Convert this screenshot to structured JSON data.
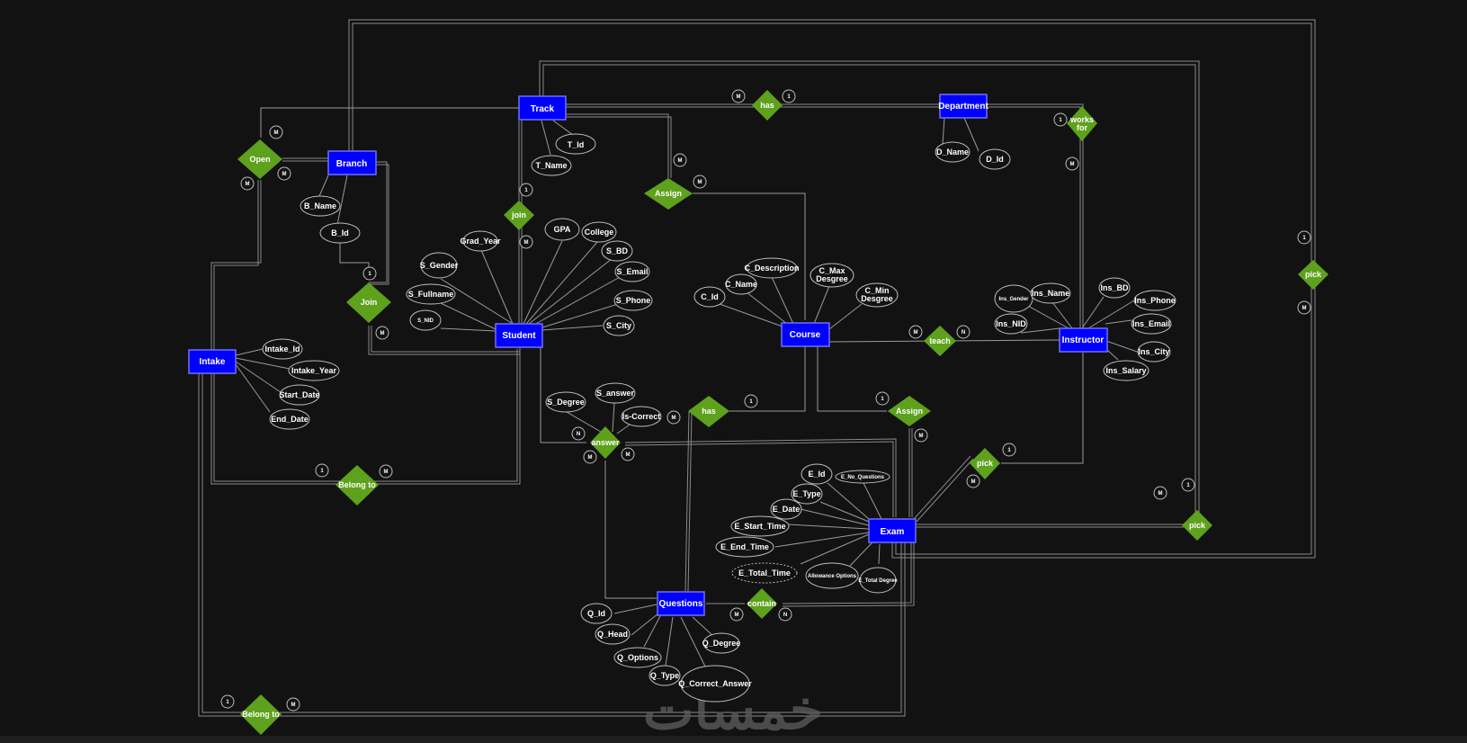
{
  "diagram": {
    "title": "ER Diagram",
    "watermark": "خمسات",
    "colors": {
      "background": "#121212",
      "entity_fill": "#0000ff",
      "relationship_fill": "#5ea11c",
      "line": "#9a9a9a",
      "text": "#ffffff"
    },
    "entities": {
      "track": "Track",
      "department": "Department",
      "branch": "Branch",
      "student": "Student",
      "course": "Course",
      "instructor": "Instructor",
      "intake": "Intake",
      "exam": "Exam",
      "questions": "Questions"
    },
    "relationships": {
      "track_has_department": "has",
      "works_for": "works for",
      "open": "Open",
      "join_track": "join",
      "assign_track_course": "Assign",
      "join_branch": "Join",
      "teach": "teach",
      "answer": "answer",
      "has_course_questions": "has",
      "assign_course_exam": "Assign",
      "pick_instructor_exam": "pick",
      "pick_right": "pick",
      "pick_bottom": "pick",
      "belong_to_intake_student": "Belong to",
      "belong_to_intake_exam": "Belong to",
      "contain": "contain"
    },
    "attributes": {
      "track": [
        "T_Id",
        "T_Name"
      ],
      "department": [
        "D_Name",
        "D_Id"
      ],
      "branch": [
        "B_Name",
        "B_Id"
      ],
      "student": [
        "S_Gender",
        "Grad_Year",
        "GPA",
        "College",
        "S_BD",
        "S_Email",
        "S_Fullname",
        "S_Phone",
        "S_NID",
        "S_City"
      ],
      "course": [
        "C_Id",
        "C_Name",
        "C_Description",
        "C_Max Desgree",
        "C_Min Desgree"
      ],
      "instructor": [
        "Ins_Gender",
        "Ins_Name",
        "Ins_BD",
        "Ins_Phone",
        "Ins_NID",
        "Ins_Email",
        "Ins_City",
        "Ins_Salary"
      ],
      "intake": [
        "Intake_Id",
        "Intake_Year",
        "Start_Date",
        "End_Date"
      ],
      "answer": [
        "S_Degree",
        "S_answer",
        "Is-Correct"
      ],
      "exam": [
        "E_Id",
        "E_No_Questions",
        "E_Type",
        "E_Date",
        "E_Start_Time",
        "E_End_Time",
        "E_Total_Time",
        "Allowance Options",
        "E_Total Degree"
      ],
      "questions": [
        "Q_Id",
        "Q_Head",
        "Q_Options",
        "Q_Type",
        "Q_Correct_Answer",
        "Q_Degree"
      ]
    },
    "cardinalities": {
      "has_track": "M",
      "has_dept": "1",
      "works_dept": "1",
      "works_ins": "M",
      "open_track": "M",
      "open_branch": "M",
      "open_intake": "M",
      "join_track": "1",
      "join_student": "M",
      "assign_track": "M",
      "assign_course": "M",
      "joinb_branch": "1",
      "joinb_student": "M",
      "teach_course": "M",
      "teach_ins": "N",
      "answer_left": "N",
      "answer_right": "M",
      "answer_bottom_left": "M",
      "answer_bottom_right": "M",
      "has_course": "1",
      "has_q": "M",
      "assign2_course": "1",
      "assign2_exam": "M",
      "pick_ins": "1",
      "pick_exam": "M",
      "pickr_top": "1",
      "pickr_bottom": "M",
      "pickb_exam": "M",
      "pickb_top": "1",
      "belong1_intake": "1",
      "belong1_student": "M",
      "belong2_intake": "1",
      "belong2_exam": "M",
      "contain_q": "M",
      "contain_exam": "N"
    }
  }
}
